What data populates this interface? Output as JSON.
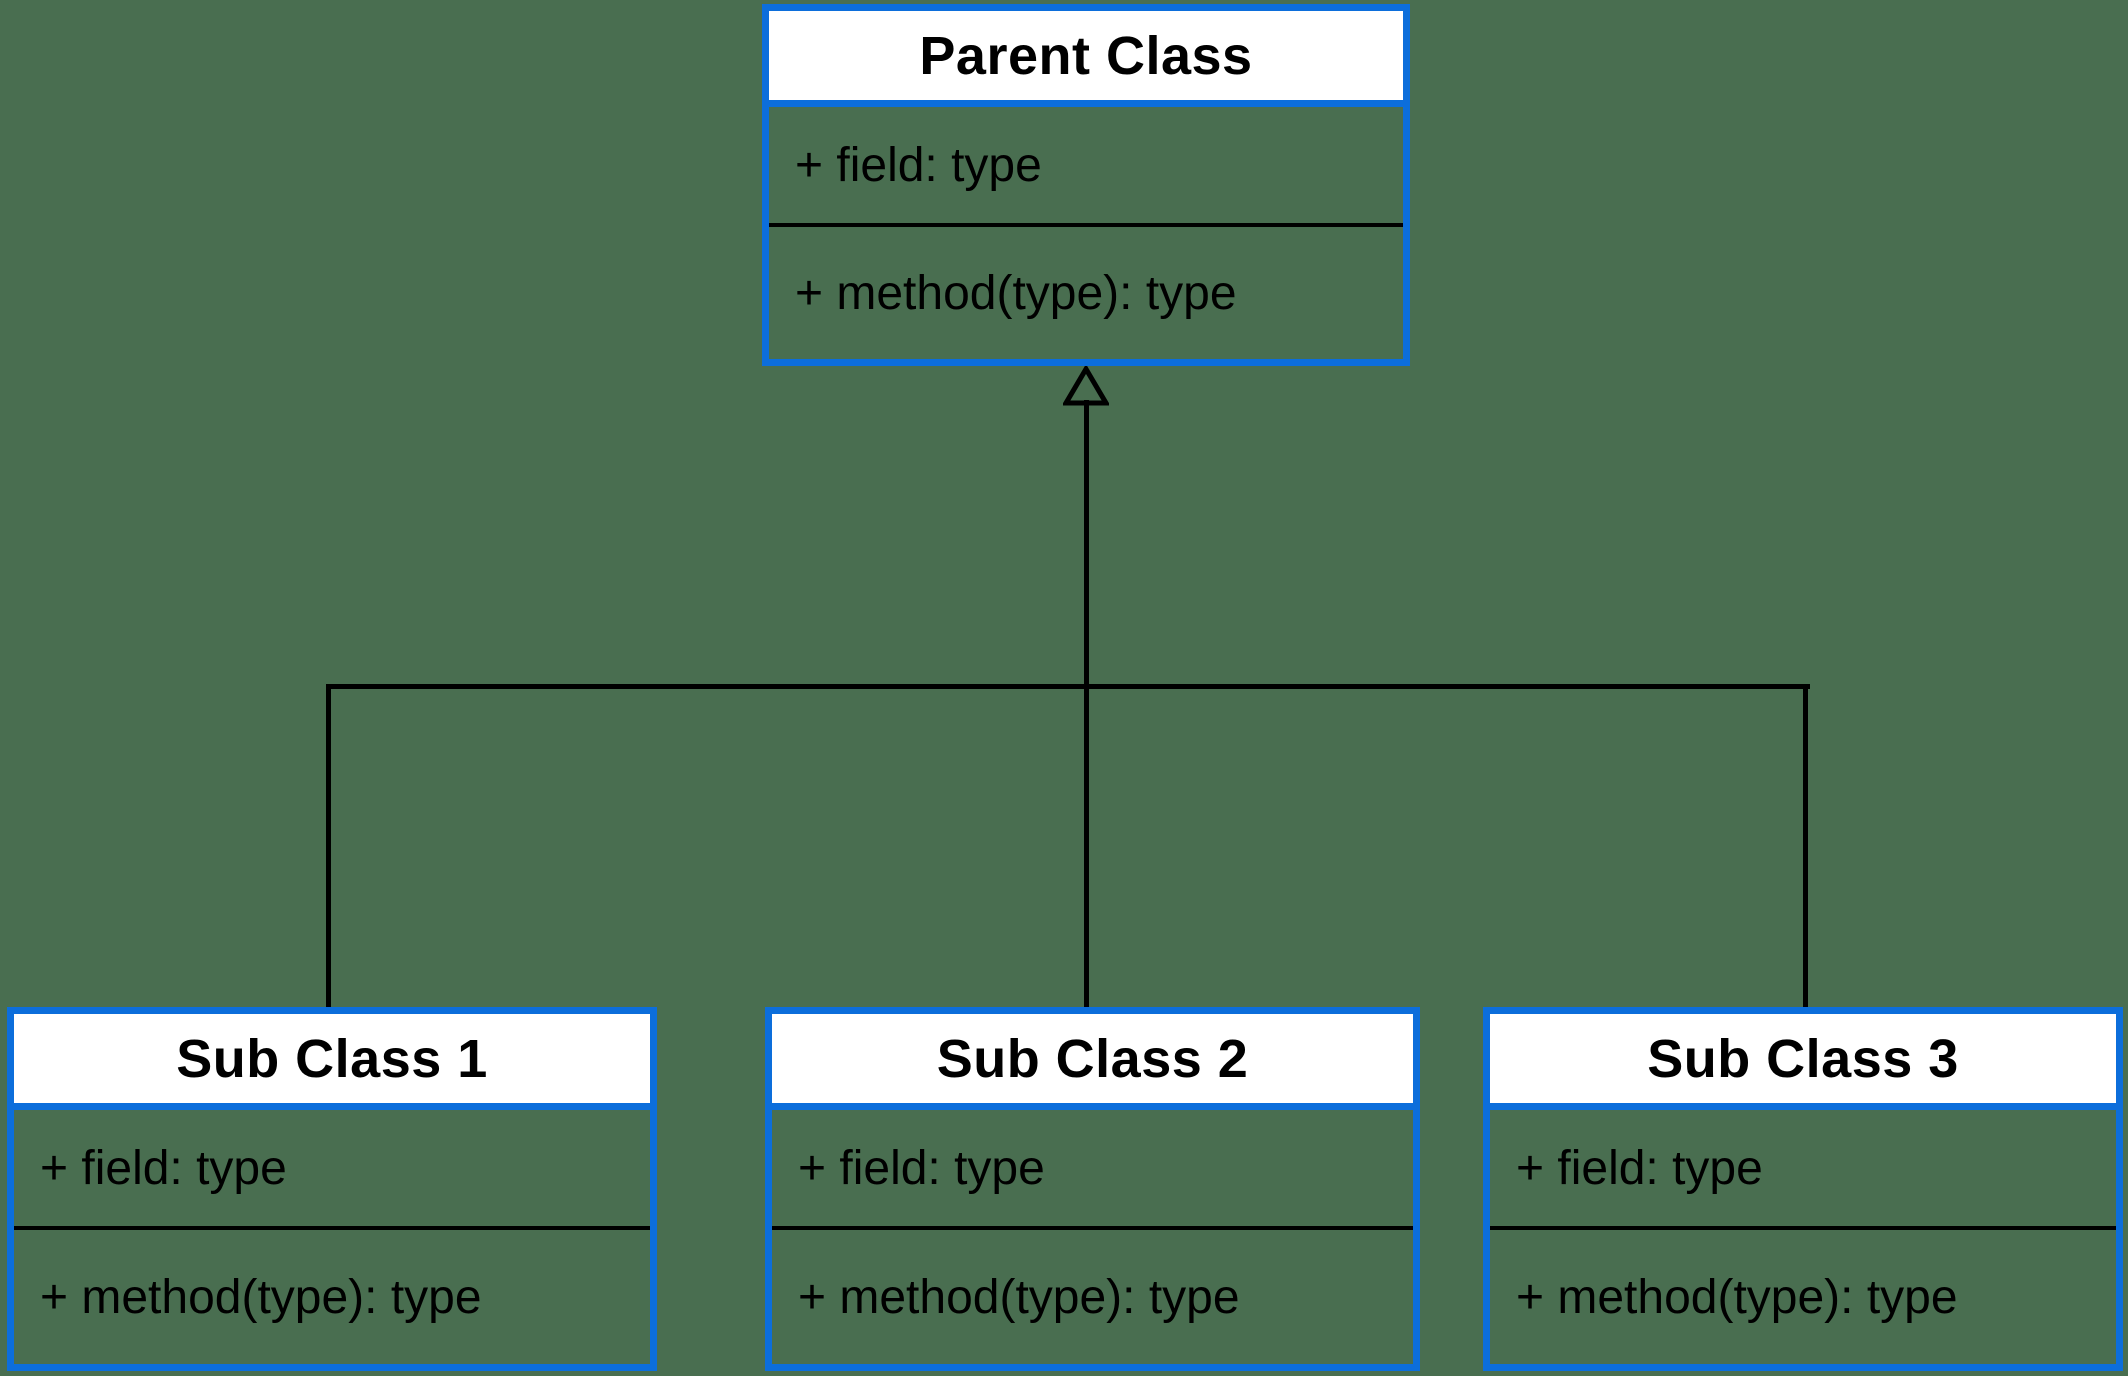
{
  "diagram": {
    "colors": {
      "background": "#496E50",
      "accent": "#0C6EDB",
      "line": "#000000",
      "title_bg": "#FFFFFF",
      "text": "#000000"
    },
    "classes": [
      {
        "title": "Parent Class",
        "field": "+ field: type",
        "method": "+ method(type): type"
      },
      {
        "title": "Sub Class 1",
        "field": "+ field: type",
        "method": "+ method(type): type"
      },
      {
        "title": "Sub Class 2",
        "field": "+ field: type",
        "method": "+ method(type): type"
      },
      {
        "title": "Sub Class 3",
        "field": "+ field: type",
        "method": "+ method(type): type"
      }
    ]
  }
}
